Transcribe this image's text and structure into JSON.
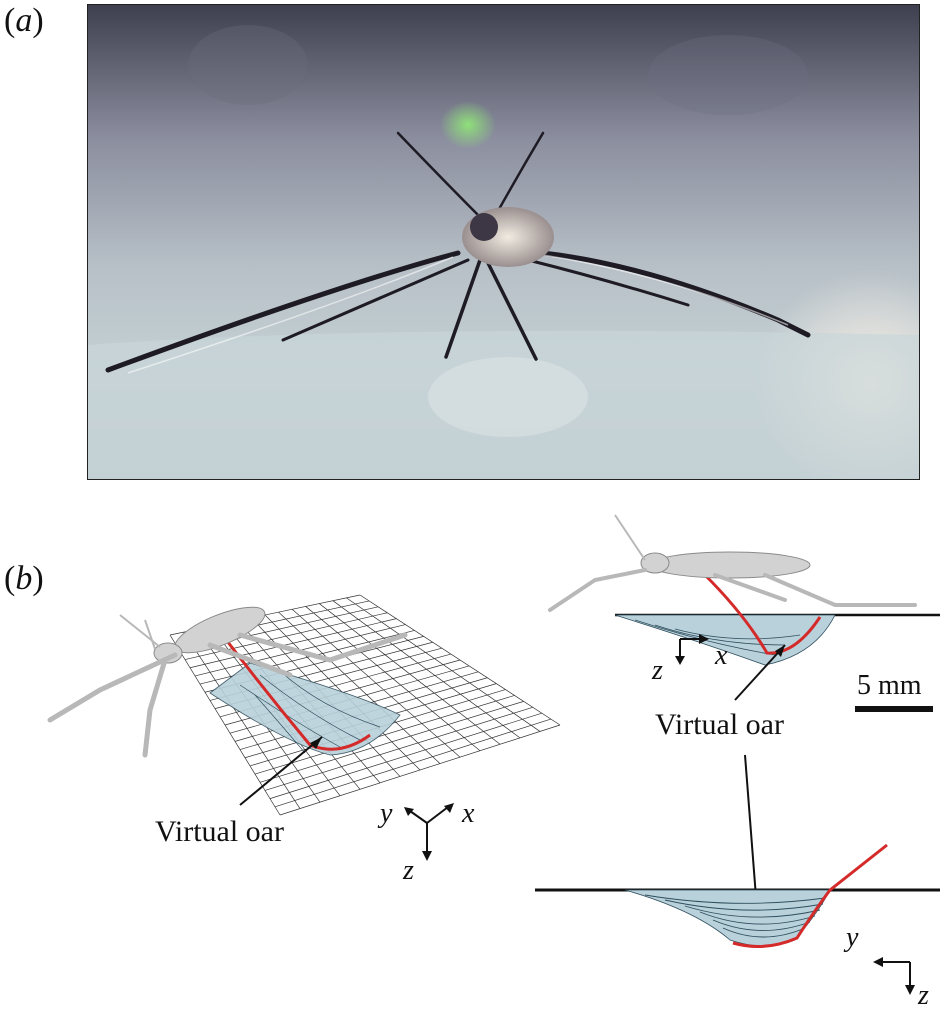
{
  "panel_a": {
    "label_letter": "a",
    "photo_description_icon": "water-strider-photo"
  },
  "panel_b": {
    "label_letter": "b",
    "left": {
      "oar_label": "Virtual oar",
      "axes": {
        "y": "y",
        "x": "x",
        "z": "z"
      }
    },
    "right_top": {
      "oar_label": "Virtual oar",
      "axes": {
        "z": "z",
        "x": "x"
      },
      "scale_bar_label": "5 mm"
    },
    "right_bottom": {
      "axes": {
        "y": "y",
        "z": "z"
      }
    }
  },
  "colors": {
    "oar_line": "#d42a2a",
    "water_fill": "#b9d1da",
    "contour": "#2f4e5e",
    "insect": "#c9c9c9"
  }
}
